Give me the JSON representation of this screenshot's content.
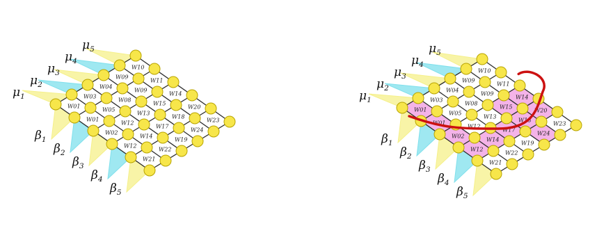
{
  "colors": {
    "node_fill": "#f7e64a",
    "node_stroke": "#b8a400",
    "edge": "#2b2b2b",
    "tri_cyan": "#7fe0ec",
    "tri_yellow": "#f5f08a",
    "highlight": "#f2a6e4",
    "path": "#cc1111"
  },
  "mu_labels": [
    "μ1",
    "μ2",
    "μ3",
    "μ4",
    "μ5"
  ],
  "beta_labels": [
    "β1",
    "β2",
    "β3",
    "β4",
    "β5"
  ],
  "w_labels": {
    "0,0": "W01",
    "0,1": "W01",
    "0,2": "W02",
    "0,3": "W12",
    "0,4": "W21",
    "1,0": "W03",
    "1,1": "W05",
    "1,2": "W12",
    "1,3": "W14",
    "1,4": "W22",
    "2,0": "W04",
    "2,1": "W08",
    "2,2": "W13",
    "2,3": "W17",
    "2,4": "W19",
    "3,0": "W09",
    "3,1": "W09",
    "3,2": "W15",
    "3,3": "W18",
    "3,4": "W24",
    "4,0": "W10",
    "4,1": "W11",
    "4,2": "W14",
    "4,3": "W20",
    "4,4": "W23"
  }
}
